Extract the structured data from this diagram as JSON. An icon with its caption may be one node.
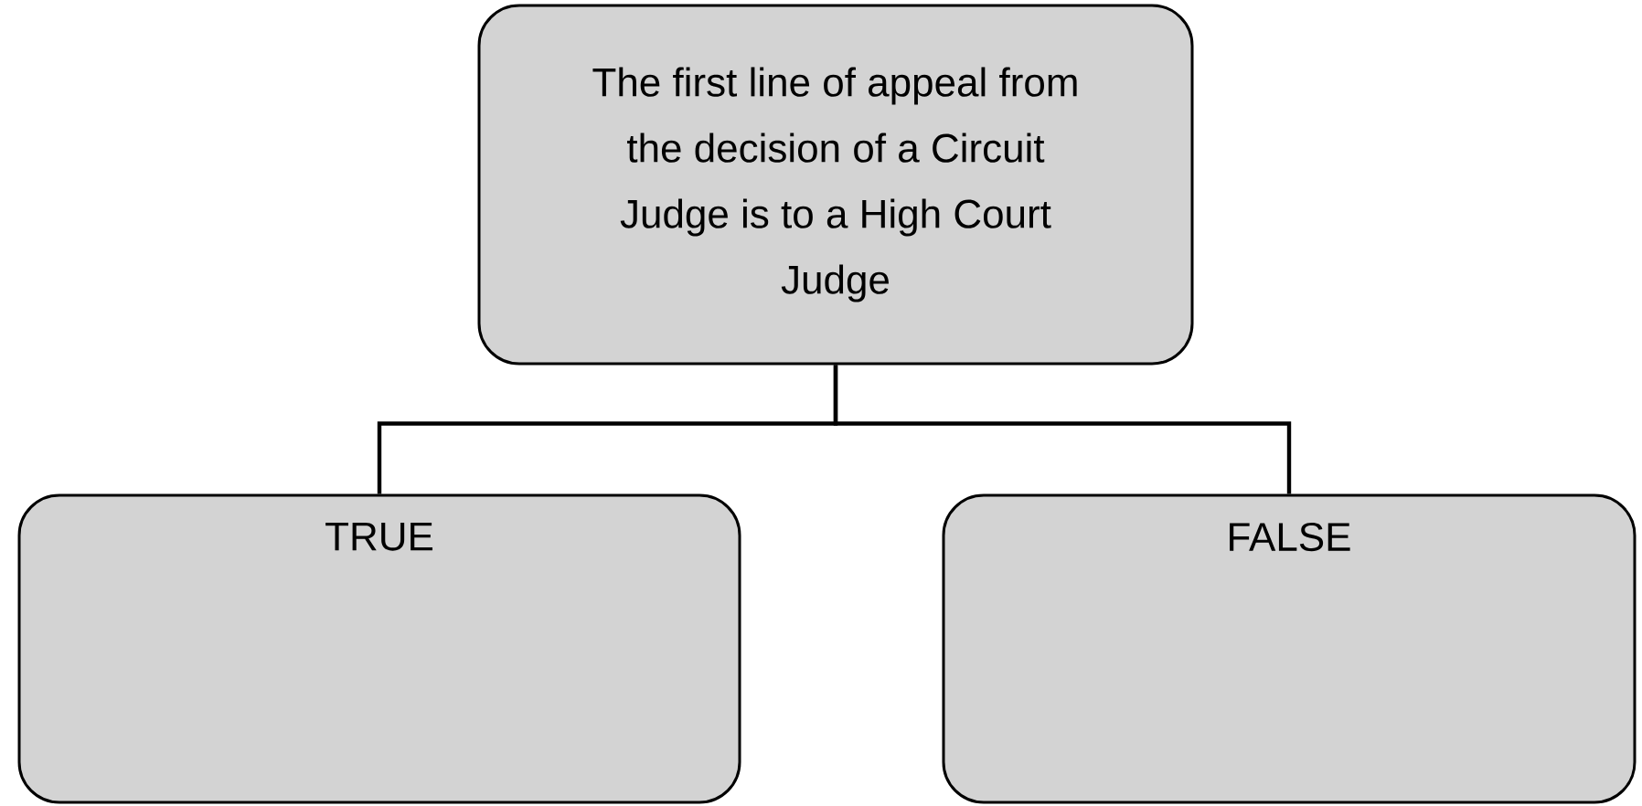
{
  "diagram": {
    "nodes": [
      {
        "text": [
          "The first line of appeal from the decision of a Circuit Judge is to a High Court Judge"
        ]
      },
      {
        "text": [
          "TRUE"
        ]
      },
      {
        "text": [
          "FALSE"
        ]
      }
    ],
    "edges": [
      {
        "from": 0,
        "to": 1,
        "arrow": "none"
      },
      {
        "from": 0,
        "to": 2,
        "arrow": "none"
      }
    ]
  }
}
